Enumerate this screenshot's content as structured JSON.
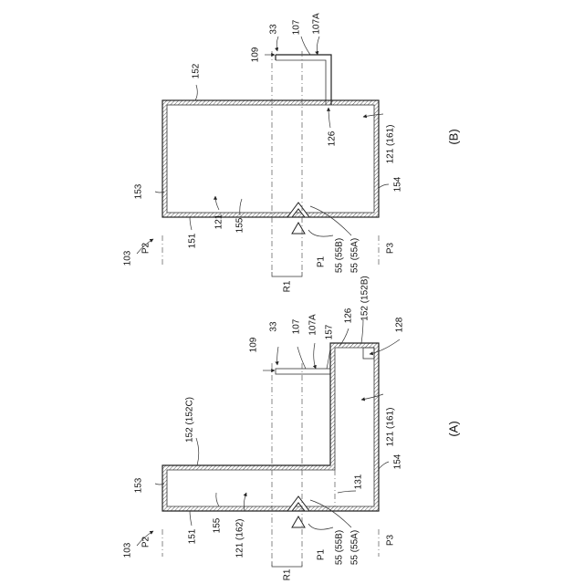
{
  "figure_b": {
    "panel": "(B)",
    "labels": {
      "n109": "109",
      "n33": "33",
      "n107": "107",
      "n107a": "107A",
      "n152": "152",
      "n126": "126",
      "n121": "121 (161)",
      "n153": "153",
      "n121b": "121",
      "n155": "155",
      "n154": "154",
      "n103": "103",
      "np2": "P2",
      "n151": "151",
      "np3": "P3",
      "n55b": "55 (55B)",
      "n55a": "55 (55A)",
      "np1": "P1",
      "nr1": "R1"
    }
  },
  "figure_a": {
    "panel": "(A)",
    "labels": {
      "n109": "109",
      "n33": "33",
      "n107": "107",
      "n107a": "107A",
      "n157": "157",
      "n126": "126",
      "n152b": "152 (152B)",
      "n128": "128",
      "n121": "121 (161)",
      "n152c": "152 (152C)",
      "n153": "153",
      "n155": "155",
      "n121b": "121 (162)",
      "n131": "131",
      "n154": "154",
      "n103": "103",
      "np2": "P2",
      "n151": "151",
      "np3": "P3",
      "n55b": "55 (55B)",
      "n55a": "55 (55A)",
      "np1": "P1",
      "nr1": "R1"
    }
  }
}
